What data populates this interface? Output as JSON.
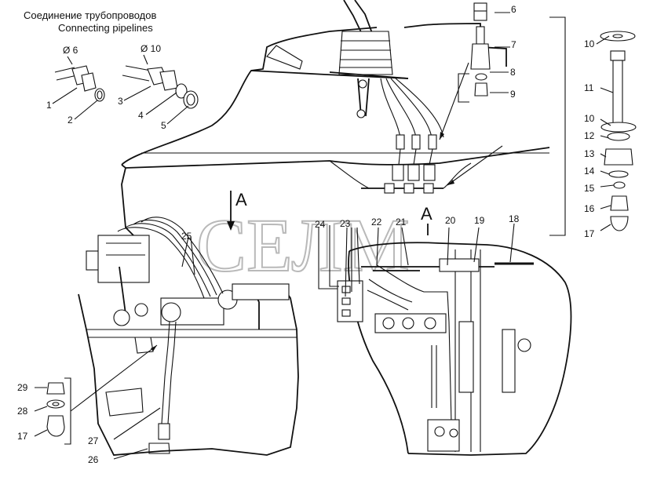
{
  "titles": {
    "ru": "Соединение трубопроводов",
    "en": "Connecting pipelines"
  },
  "diameters": {
    "d6": "Ø 6",
    "d10": "Ø 10"
  },
  "view_marker": "A",
  "watermark": "СЕЛМ",
  "callouts": {
    "c1": "1",
    "c2": "2",
    "c3": "3",
    "c4": "4",
    "c5": "5",
    "c6": "6",
    "c7": "7",
    "c8": "8",
    "c9": "9",
    "c10a": "10",
    "c11": "11",
    "c10b": "10",
    "c12": "12",
    "c13": "13",
    "c14": "14",
    "c15": "15",
    "c16": "16",
    "c17a": "17",
    "c18": "18",
    "c19": "19",
    "c20": "20",
    "c21": "21",
    "c22": "22",
    "c23": "23",
    "c24": "24",
    "c25": "25",
    "c26": "26",
    "c27": "27",
    "c28": "28",
    "c29": "29",
    "c17b": "17"
  }
}
